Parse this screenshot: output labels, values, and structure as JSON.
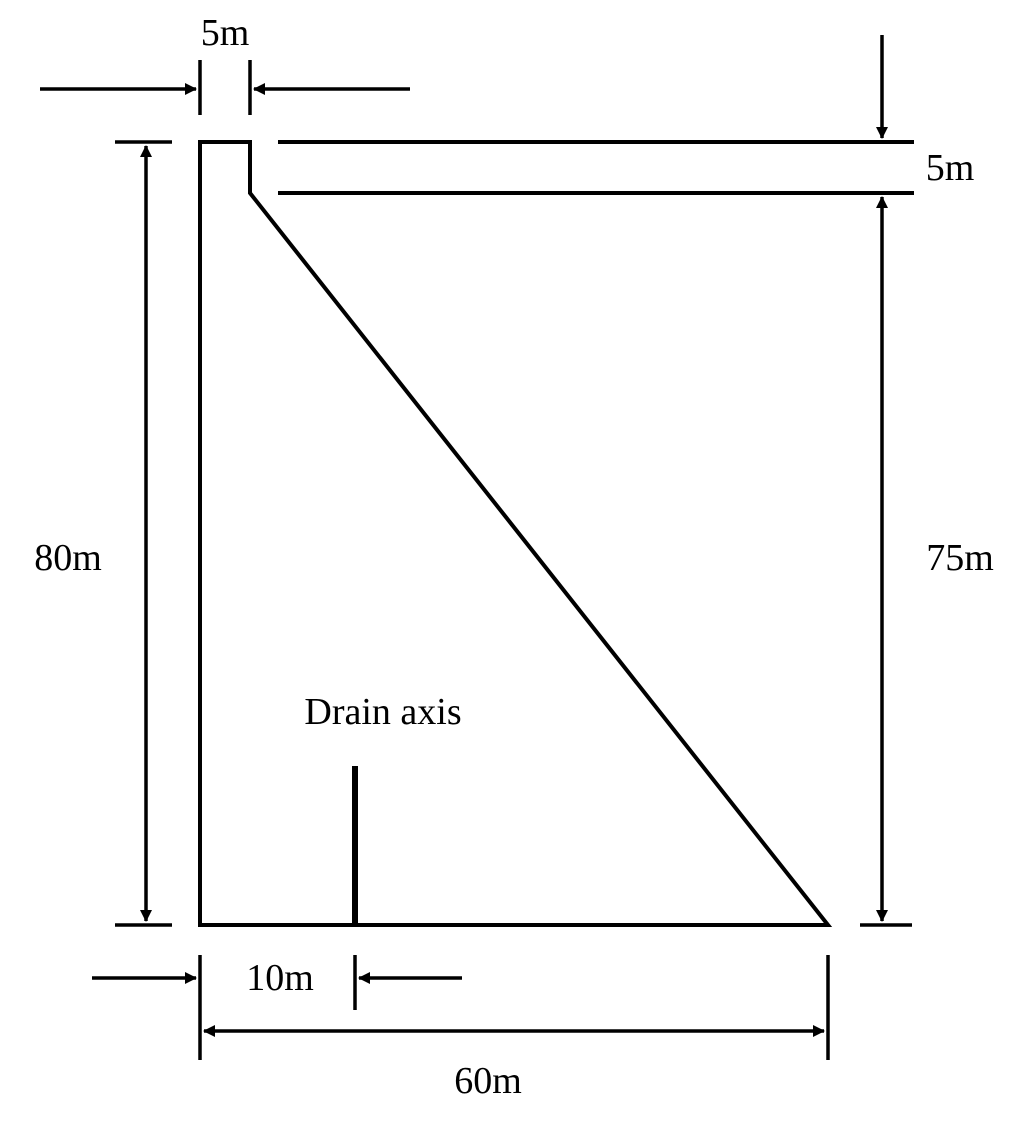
{
  "diagram": {
    "labels": {
      "crest_width": "5m",
      "freeboard": "5m",
      "total_height": "80m",
      "water_depth": "75m",
      "drain_axis": "Drain axis",
      "drain_distance": "10m",
      "base_width": "60m"
    },
    "colors": {
      "stroke": "#000000",
      "background": "#ffffff"
    }
  }
}
